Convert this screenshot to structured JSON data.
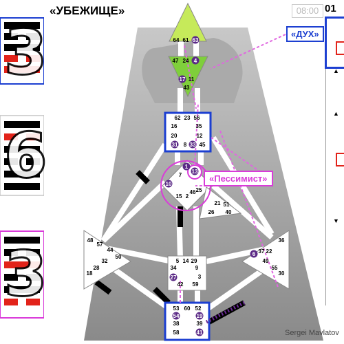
{
  "header": {
    "title": "«УБЕЖИЩЕ»",
    "time_label": "08:00",
    "time_label_2": "01"
  },
  "left_panel": {
    "numbers": [
      "3",
      "6",
      "3"
    ]
  },
  "labels": {
    "spirit": "«ДУХ»",
    "pessimist": "«Пессимист»"
  },
  "centers": {
    "head": [
      "64",
      "61",
      "63"
    ],
    "ajna": [
      "47",
      "24",
      "4",
      "17",
      "11",
      "43"
    ],
    "throat": [
      "62",
      "23",
      "56",
      "16",
      "35",
      "20",
      "12",
      "31",
      "8",
      "33",
      "45"
    ],
    "g": [
      "1",
      "7",
      "13",
      "10",
      "25",
      "15",
      "2",
      "46"
    ],
    "heart": [
      "21",
      "51",
      "26",
      "40"
    ],
    "spleen": [
      "48",
      "57",
      "44",
      "50",
      "32",
      "28",
      "18"
    ],
    "sacral": [
      "5",
      "14",
      "29",
      "34",
      "27",
      "42",
      "3",
      "9",
      "59"
    ],
    "solar": [
      "36",
      "22",
      "37",
      "6",
      "49",
      "55",
      "30"
    ],
    "root": [
      "53",
      "60",
      "52",
      "54",
      "19",
      "38",
      "39",
      "58",
      "41"
    ]
  },
  "credit": "Sergei Mavlatov",
  "colors": {
    "accent_blue": "#1c3fd1",
    "accent_magenta": "#d93bd9",
    "active_gate": "#5b2a86",
    "center_green": "#c6ea5a"
  }
}
